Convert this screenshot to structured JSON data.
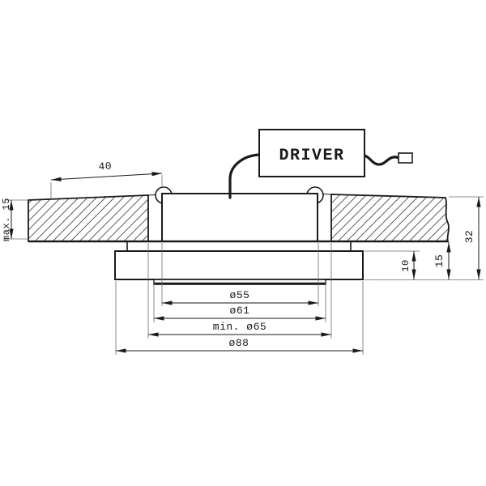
{
  "driver": {
    "label": "DRIVER"
  },
  "dimensions": {
    "clip_span": "40",
    "ceiling_max_thickness": "max. 15",
    "overall_height": "32",
    "height_below_ceiling": "15",
    "trim_ring_height": "10",
    "dia_aperture": "ø55",
    "dia_glass": "ø61",
    "dia_cutout_min": "min. ø65",
    "dia_outer": "ø88"
  },
  "colors": {
    "line": "#1a1a1a",
    "thin": "#6b6b6b",
    "hatch": "#4a4a4a",
    "background": "#ffffff"
  }
}
